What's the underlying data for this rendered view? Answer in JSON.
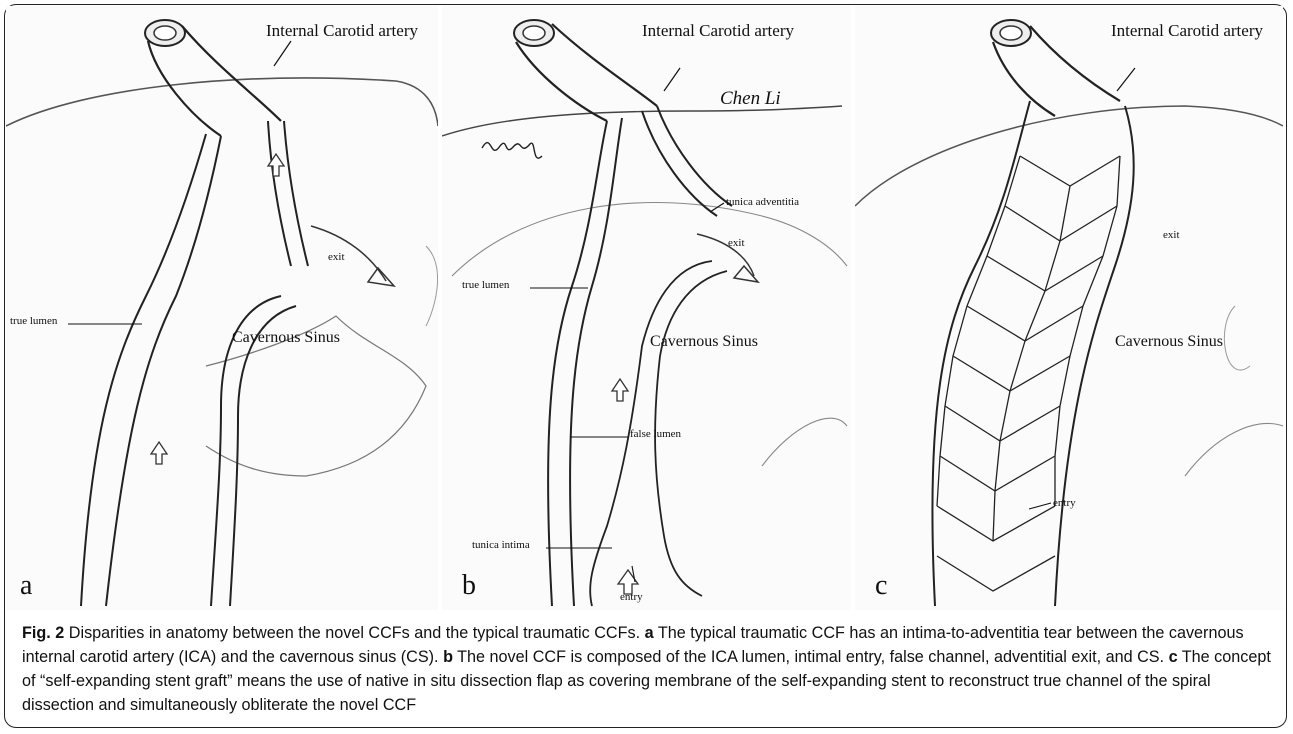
{
  "panels": [
    {
      "letter": "a",
      "labels": {
        "ica": "Internal Carotid artery",
        "exit": "exit",
        "true_lumen": "true lumen",
        "cs": "Cavernous Sinus"
      }
    },
    {
      "letter": "b",
      "labels": {
        "ica": "Internal Carotid artery",
        "tunica_adventitia": "tunica adventitia",
        "exit": "exit",
        "true_lumen": "true lumen",
        "cs": "Cavernous Sinus",
        "false_lumen": "false lumen",
        "tunica_intima": "tunica intima",
        "entry": "entry",
        "signature_right": "Chen Li"
      }
    },
    {
      "letter": "c",
      "labels": {
        "ica": "Internal Carotid artery",
        "exit": "exit",
        "cs": "Cavernous Sinus",
        "entry": "entry"
      }
    }
  ],
  "caption": {
    "fig_label": "Fig. 2",
    "intro": " Disparities in anatomy between the novel CCFs and the typical traumatic CCFs. ",
    "a_label": "a",
    "a_text": " The typical traumatic CCF has an intima-to-adventitia tear between the cavernous internal carotid artery (ICA) and the cavernous sinus (CS). ",
    "b_label": "b",
    "b_text": " The novel CCF is composed of the ICA lumen, intimal entry, false channel, adventitial exit, and CS. ",
    "c_label": "c",
    "c_text": " The concept of “self-expanding stent graft” means the use of native in situ dissection flap as covering membrane of the self-expanding stent to reconstruct true channel of the spiral dissection and simultaneously obliterate the novel CCF"
  }
}
